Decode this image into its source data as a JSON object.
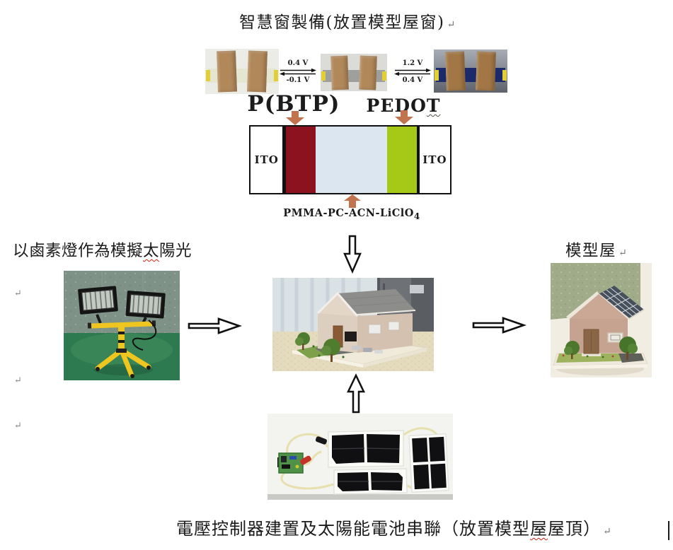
{
  "document": {
    "title": "智慧窗製備(放置模型屋窗)",
    "formatting_mark": "↵",
    "captions": {
      "lamp_pre": "以鹵素燈作為模擬",
      "lamp_misspelled": "太",
      "lamp_post": "陽光",
      "model_house": "模型屋",
      "bottom_pre": "電壓控制器建置及太陽能電池串聯（放置模型",
      "bottom_misspelled": "屋",
      "bottom_post": "屋頂）"
    }
  },
  "device": {
    "labels": {
      "pbtp": "P(BTP)",
      "pedot_main": "PEDO",
      "pedot_t": "T",
      "ito_left": "ITO",
      "ito_right": "ITO",
      "electrolyte": "PMMA-PC-ACN-LiClO",
      "electrolyte_sub": "4"
    },
    "reactions": [
      {
        "forward_voltage": "0.4 V",
        "reverse_voltage": "-0.1 V"
      },
      {
        "forward_voltage": "1.2 V",
        "reverse_voltage": "0.4 V"
      }
    ],
    "colors": {
      "pbtp_film": "#8C1220",
      "pedot_film": "#A5C916",
      "electrolyte_gel": "#DCE6F0",
      "annotation_arrow": "#C1734E"
    }
  }
}
